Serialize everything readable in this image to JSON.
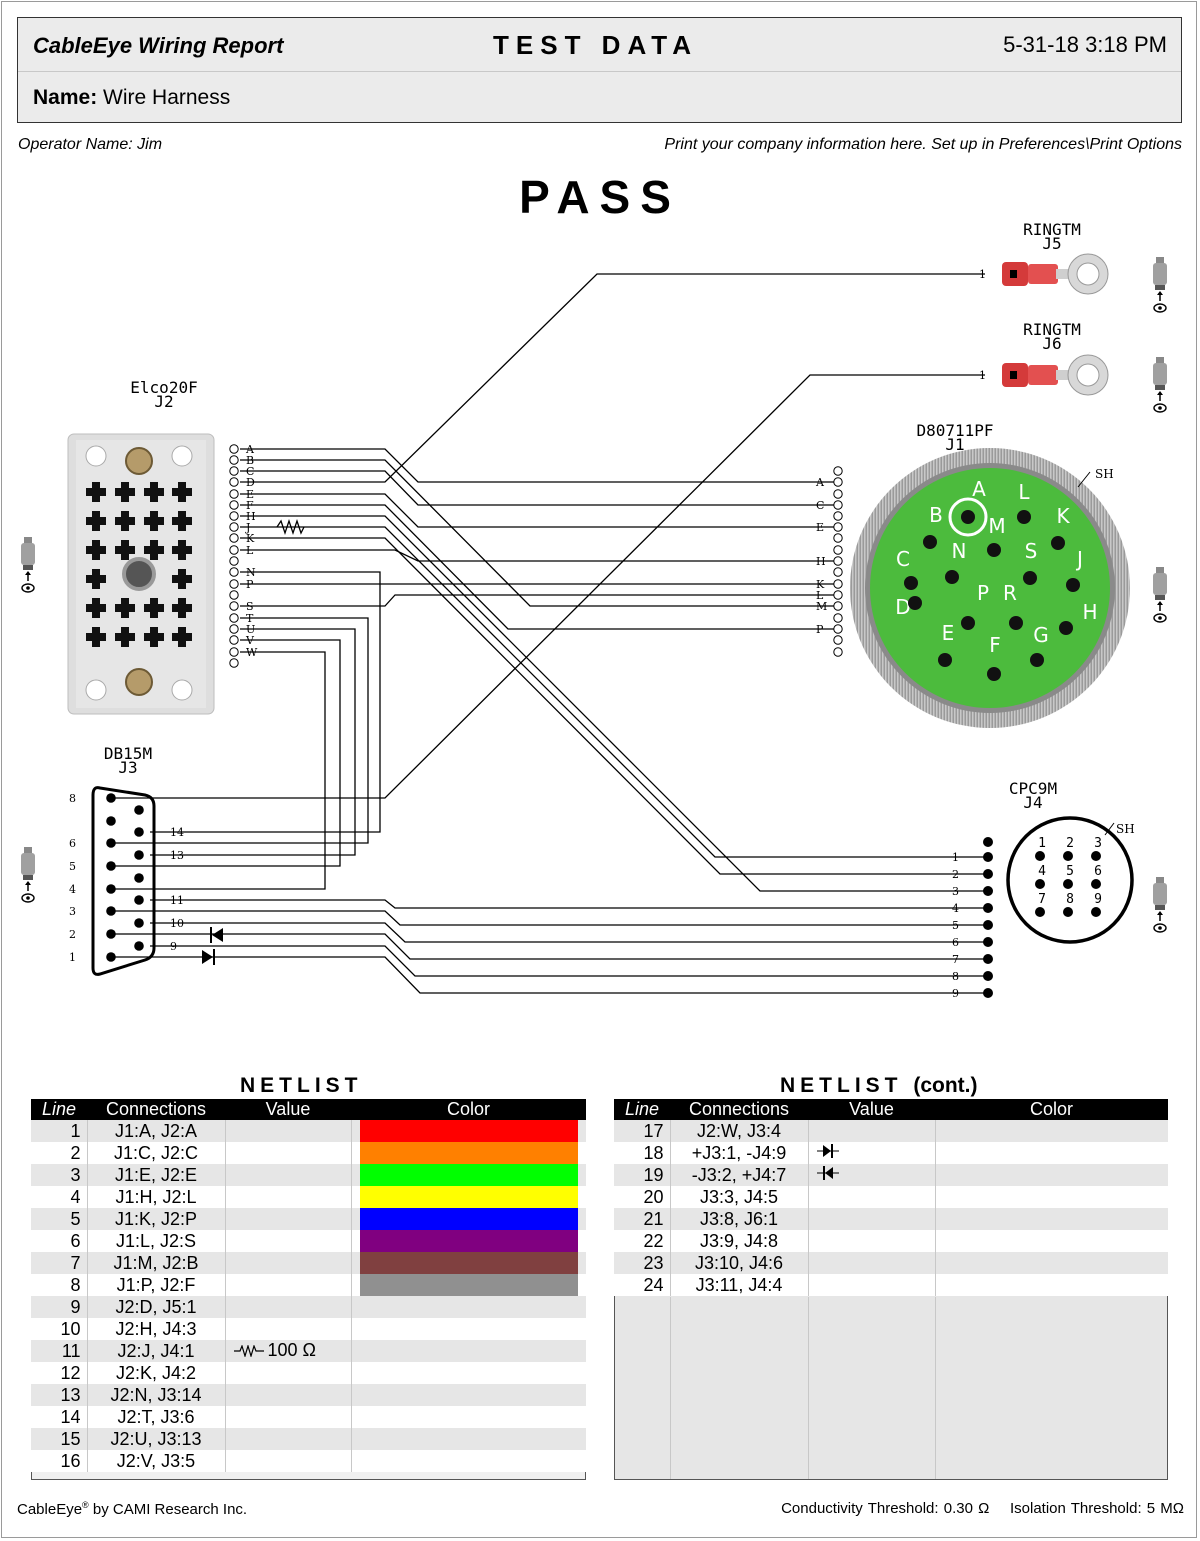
{
  "header": {
    "title": "CableEye Wiring Report",
    "test_data_label": "TEST DATA",
    "datetime": "5-31-18  3:18 PM",
    "name_label": "Name:",
    "name_value": "Wire Harness"
  },
  "operator": "Operator Name: Jim",
  "company_note": "Print your company information here. Set up in Preferences\\Print Options",
  "result": "PASS",
  "connectors": {
    "J5": {
      "type": "RINGTM",
      "ref": "J5",
      "pins": [
        "1"
      ]
    },
    "J6": {
      "type": "RINGTM",
      "ref": "J6",
      "pins": [
        "1"
      ]
    },
    "J2": {
      "type": "Elco20F",
      "ref": "J2",
      "pins": [
        "A",
        "B",
        "C",
        "D",
        "E",
        "F",
        "H",
        "J",
        "K",
        "L",
        "N",
        "P",
        "S",
        "T",
        "U",
        "V",
        "W"
      ]
    },
    "J1": {
      "type": "D80711PF",
      "ref": "J1",
      "pins": [
        "A",
        "C",
        "E",
        "H",
        "K",
        "L",
        "M",
        "P"
      ],
      "face_labels": [
        "A",
        "L",
        "B",
        "M",
        "K",
        "C",
        "N",
        "S",
        "J",
        "R",
        "P",
        "D",
        "H",
        "E",
        "F",
        "G"
      ],
      "shield_label": "SH"
    },
    "J3": {
      "type": "DB15M",
      "ref": "J3",
      "left_pins": [
        "8",
        "6",
        "5",
        "4",
        "3",
        "2",
        "1"
      ],
      "right_pins": [
        "14",
        "13",
        "11",
        "10",
        "9"
      ]
    },
    "J4": {
      "type": "CPC9M",
      "ref": "J4",
      "pins": [
        "1",
        "2",
        "3",
        "4",
        "5",
        "6",
        "7",
        "8",
        "9"
      ],
      "face_labels": [
        "1",
        "2",
        "3",
        "4",
        "5",
        "6",
        "7",
        "8",
        "9"
      ],
      "shield_label": "SH"
    }
  },
  "netlist": {
    "title": "NETLIST",
    "title_cont": "NETLIST",
    "cont_suffix": "(cont.)",
    "columns": [
      "Line",
      "Connections",
      "Value",
      "Color"
    ],
    "rows": [
      {
        "line": "1",
        "connections": "J1:A, J2:A",
        "value": "",
        "color": "#ff0000"
      },
      {
        "line": "2",
        "connections": "J1:C, J2:C",
        "value": "",
        "color": "#ff8000"
      },
      {
        "line": "3",
        "connections": "J1:E, J2:E",
        "value": "",
        "color": "#00ff00"
      },
      {
        "line": "4",
        "connections": "J1:H, J2:L",
        "value": "",
        "color": "#ffff00"
      },
      {
        "line": "5",
        "connections": "J1:K, J2:P",
        "value": "",
        "color": "#0000ff"
      },
      {
        "line": "6",
        "connections": "J1:L, J2:S",
        "value": "",
        "color": "#800080"
      },
      {
        "line": "7",
        "connections": "J1:M, J2:B",
        "value": "",
        "color": "#804040"
      },
      {
        "line": "8",
        "connections": "J1:P, J2:F",
        "value": "",
        "color": "#909090"
      },
      {
        "line": "9",
        "connections": "J2:D, J5:1",
        "value": "",
        "color": ""
      },
      {
        "line": "10",
        "connections": "J2:H, J4:3",
        "value": "",
        "color": ""
      },
      {
        "line": "11",
        "connections": "J2:J, J4:1",
        "value": "100 Ω",
        "color": "",
        "icon": "resistor-icon"
      },
      {
        "line": "12",
        "connections": "J2:K, J4:2",
        "value": "",
        "color": ""
      },
      {
        "line": "13",
        "connections": "J2:N, J3:14",
        "value": "",
        "color": ""
      },
      {
        "line": "14",
        "connections": "J2:T, J3:6",
        "value": "",
        "color": ""
      },
      {
        "line": "15",
        "connections": "J2:U, J3:13",
        "value": "",
        "color": ""
      },
      {
        "line": "16",
        "connections": "J2:V, J3:5",
        "value": "",
        "color": ""
      }
    ],
    "rows_cont": [
      {
        "line": "17",
        "connections": "J2:W, J3:4",
        "value": "",
        "color": ""
      },
      {
        "line": "18",
        "connections": "+J3:1, -J4:9",
        "value": "",
        "color": "",
        "icon": "diode-forward-icon"
      },
      {
        "line": "19",
        "connections": "-J3:2, +J4:7",
        "value": "",
        "color": "",
        "icon": "diode-reverse-icon"
      },
      {
        "line": "20",
        "connections": "J3:3, J4:5",
        "value": "",
        "color": ""
      },
      {
        "line": "21",
        "connections": "J3:8, J6:1",
        "value": "",
        "color": ""
      },
      {
        "line": "22",
        "connections": "J3:9, J4:8",
        "value": "",
        "color": ""
      },
      {
        "line": "23",
        "connections": "J3:10, J4:6",
        "value": "",
        "color": ""
      },
      {
        "line": "24",
        "connections": "J3:11, J4:4",
        "value": "",
        "color": ""
      }
    ]
  },
  "footer": {
    "brand": "CableEye",
    "reg_mark": "®",
    "brand_suffix": " by CAMI Research Inc.",
    "thresholds": "Conductivity Threshold: 0.30 Ω    Isolation Threshold: 5 MΩ"
  }
}
